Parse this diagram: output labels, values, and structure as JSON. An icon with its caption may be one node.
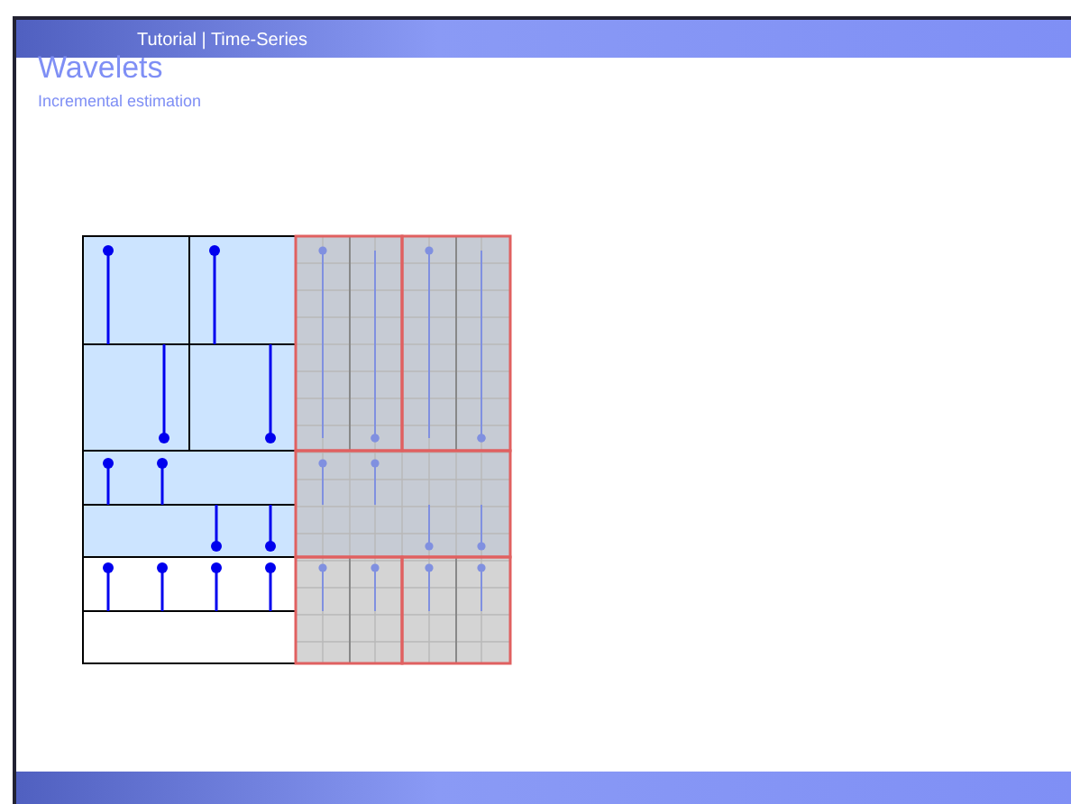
{
  "diagram": {
    "title": "Wavelets",
    "labels": [
      "Tutorial | Time-Series",
      "Incremental estimation"
    ]
  }
}
